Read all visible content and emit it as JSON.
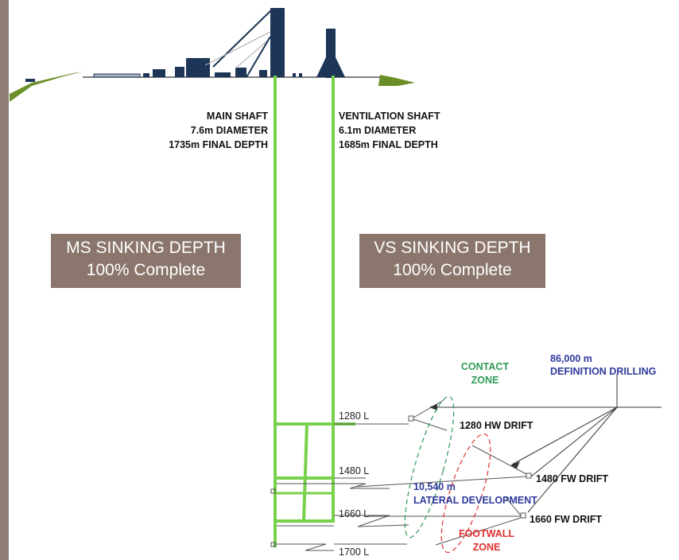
{
  "main_shaft": {
    "name": "MAIN SHAFT",
    "diameter": "7.6m DIAMETER",
    "depth": "1735m FINAL DEPTH"
  },
  "vent_shaft": {
    "name": "VENTILATION SHAFT",
    "diameter": "6.1m DIAMETER",
    "depth": "1685m FINAL DEPTH"
  },
  "ms_box": {
    "line1": "MS SINKING DEPTH",
    "line2": "100% Complete"
  },
  "vs_box": {
    "line1": "VS SINKING DEPTH",
    "line2": "100% Complete"
  },
  "levels": [
    "1280 L",
    "1480 L",
    "1660 L",
    "1700 L"
  ],
  "drilling": {
    "amount": "86,000 m",
    "label": "DEFINITION DRILLING"
  },
  "contact_zone": {
    "line1": "CONTACT",
    "line2": "ZONE"
  },
  "footwall_zone": {
    "line1": "FOOTWALL",
    "line2": "ZONE"
  },
  "drifts": {
    "hw1280": "1280 HW DRIFT",
    "fw1480": "1480 FW DRIFT",
    "fw1660": "1660 FW DRIFT"
  },
  "lateral": {
    "amount": "10,540 m",
    "label": "LATERAL DEVELOPMENT"
  },
  "colors": {
    "shaft": "#77d14a",
    "headframe": "#1d3557",
    "sidebar": "#8f7e77",
    "box": "#8a766c",
    "blue_text": "#2e3a9a",
    "green_zone": "#2e9a55",
    "red_zone": "#e03030"
  }
}
